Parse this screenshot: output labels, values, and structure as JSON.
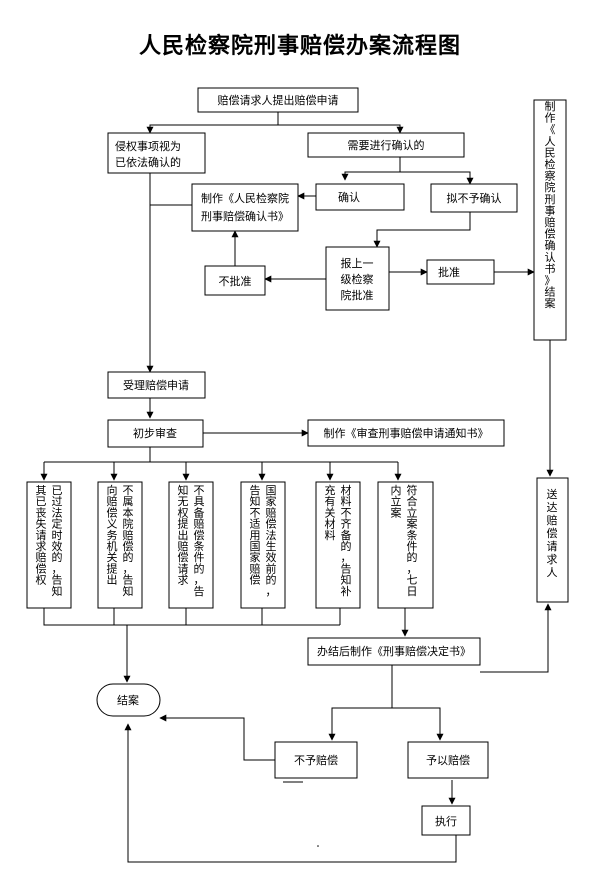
{
  "title": "人民检察院刑事赔偿办案流程图",
  "nodes": {
    "request": "赔偿请求人提出赔偿申请",
    "confirmed": [
      "侵权事项视为",
      "已依法确认的"
    ],
    "need_confirm": "需要进行确认的",
    "make_confirm": [
      "制作《人民检察院",
      "刑事赔偿确认书》"
    ],
    "confirm": "确认",
    "not_confirm": "拟不予确认",
    "report": [
      "报上一",
      "级检察",
      "院批准"
    ],
    "not_approve": "不批准",
    "approve": "批准",
    "right_close": "制作《人民检察院刑事赔偿确认书》结案",
    "accept": "受理赔偿申请",
    "review": "初步审查",
    "notice": "制作《审查刑事赔偿申请通知书》",
    "send": "送达赔偿请求人",
    "decision": "办结后制作《刑事赔偿决定书》",
    "close": "结案",
    "no_comp": "不予赔偿",
    "comp": "予以赔偿",
    "execute": "执行"
  },
  "branches": [
    [
      "已过法定时效的，告知",
      "其已丧失请求赔偿权"
    ],
    [
      "不属本院赔偿的，告知",
      "向赔偿义务机关提出"
    ],
    [
      "不具备赔偿条件的，告",
      "知无权提出赔偿请求"
    ],
    [
      "国家赔偿法生效前的，",
      "告知不适用国家赔偿"
    ],
    [
      "材料不齐备的，告知补",
      "充有关材料"
    ],
    [
      "符合立案条件的，七日",
      "内立案"
    ]
  ]
}
